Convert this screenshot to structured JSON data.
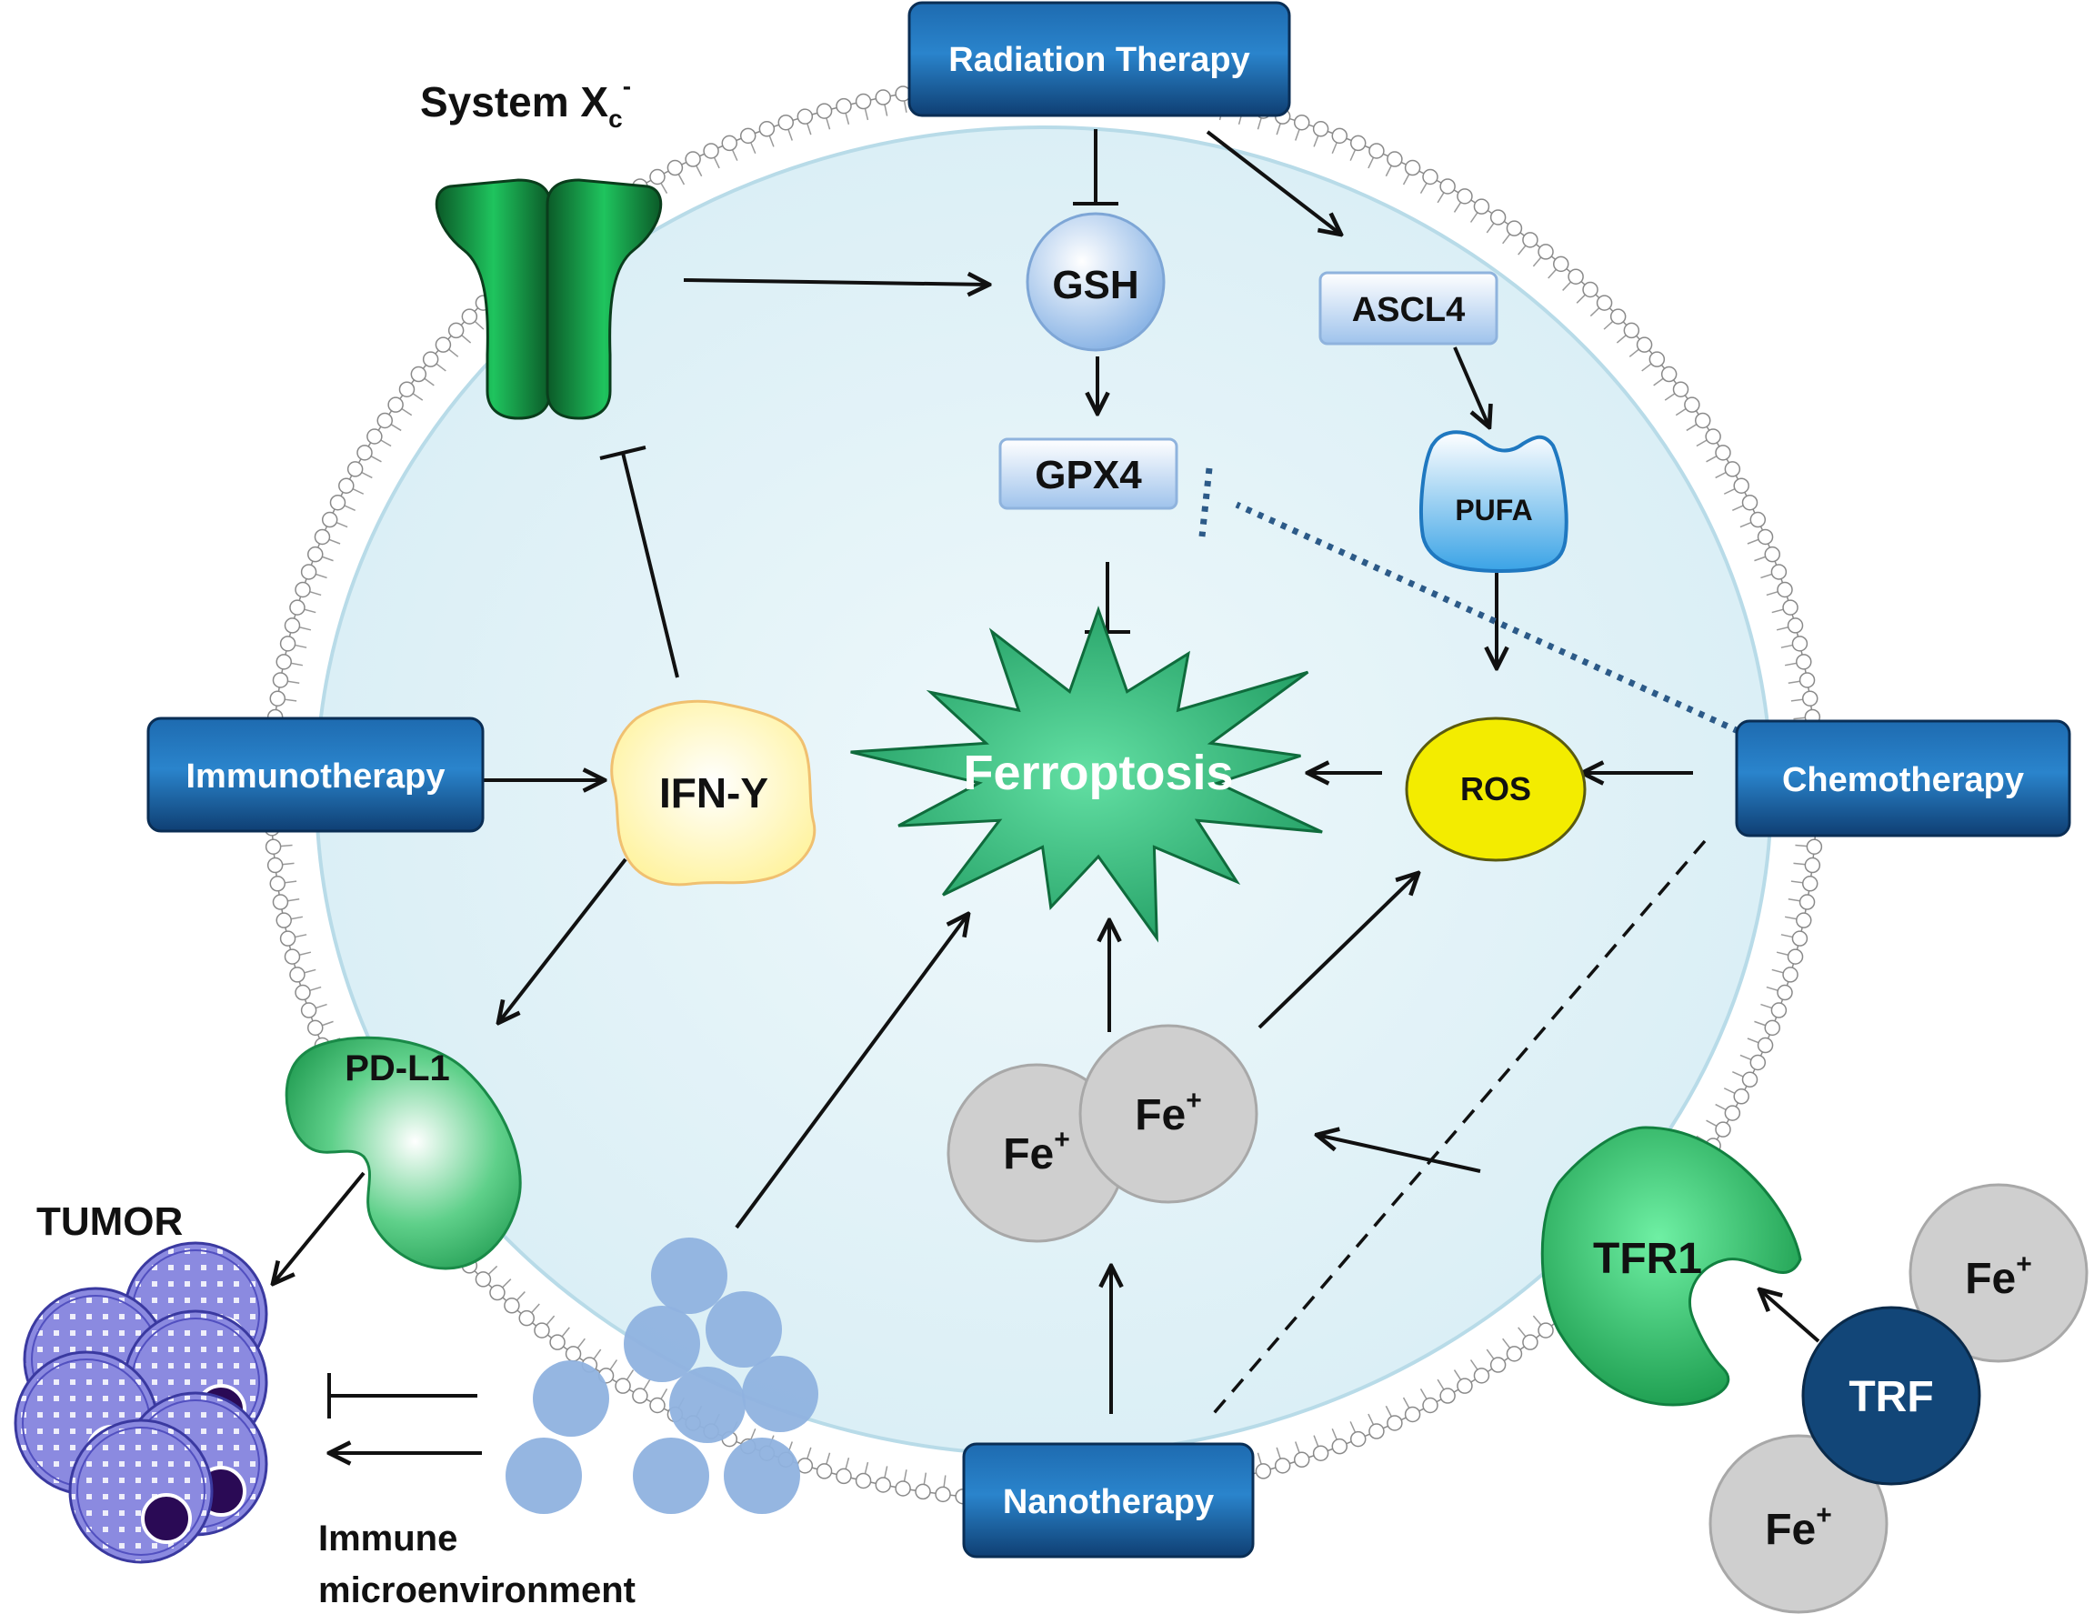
{
  "labels": {
    "system_xc": "System X",
    "system_xc_sub": "c",
    "system_xc_sup": "-",
    "radiation": "Radiation Therapy",
    "immunotherapy": "Immunotherapy",
    "chemotherapy": "Chemotherapy",
    "nanotherapy": "Nanotherapy",
    "gsh": "GSH",
    "gpx4": "GPX4",
    "ascl4": "ASCL4",
    "pufa": "PUFA",
    "ferroptosis": "Ferroptosis",
    "ros": "ROS",
    "ifn": "IFN-Y",
    "pdl1": "PD-L1",
    "tumor": "TUMOR",
    "immune_line1": "Immune",
    "immune_line2": "microenvironment",
    "tfr1": "TFR1",
    "trf": "TRF",
    "fe": "Fe",
    "fe_sup": "+"
  },
  "colors": {
    "cell_fill": "#e3f2f7",
    "therapy_box": "#1c5f9a",
    "ferroptosis_green": "#2fbf7a",
    "ros_yellow": "#f2ea00",
    "ifn_yellow": "#fff6a8",
    "pufa_blue": "#3aa0e0",
    "transporter_green": "#137a3a",
    "tfr1_green": "#2dbe6a",
    "trf_navy": "#12467a",
    "iron_grey": "#cfcfcf",
    "nano_blue": "#8fb2df",
    "tumor_purple": "#7a78d6"
  }
}
